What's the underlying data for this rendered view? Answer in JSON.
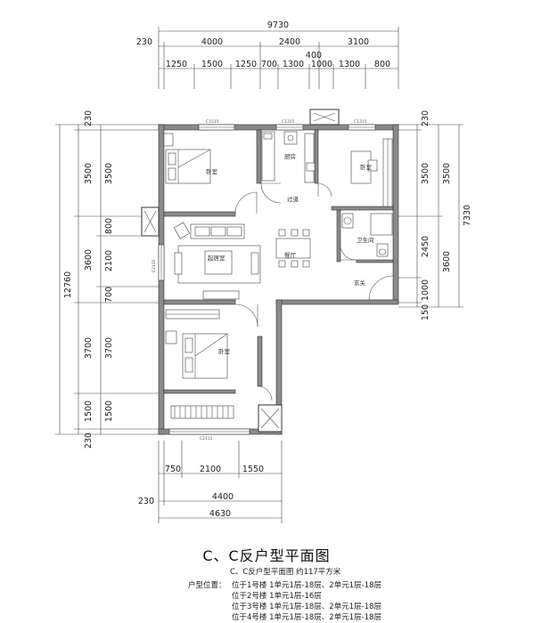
{
  "top_dims": {
    "overall": "9730",
    "row2": [
      "230",
      "4000",
      "2400",
      "3100"
    ],
    "mid": "400",
    "row3": [
      "1250",
      "1500",
      "1250",
      "700",
      "1300",
      "1000",
      "1300",
      "800"
    ]
  },
  "left_dims": {
    "overall": "12760",
    "col1": [
      "230",
      "3500",
      "3600",
      "3700",
      "1500",
      "230"
    ],
    "col2": [
      "3500",
      "800",
      "2100",
      "700",
      "3700",
      "1500"
    ]
  },
  "right_dims": {
    "col1": [
      "230",
      "3500",
      "2450",
      "1000",
      "150"
    ],
    "col2": [
      "3500",
      "3600"
    ],
    "overall": "7330"
  },
  "bottom_dims": {
    "row1": [
      "750",
      "2100",
      "1550"
    ],
    "row2": [
      "230",
      "4400"
    ],
    "row3": "4630"
  },
  "rooms": {
    "bedroom_top": "卧室",
    "bedroom_right": "卧室",
    "kitchen": "厨房",
    "corridor": "过道",
    "living": "起居室",
    "dining": "餐厅",
    "bathroom": "卫生间",
    "entry": "玄关",
    "bedroom_bottom": "卧室"
  },
  "window_tags": {
    "w1": "C1515",
    "w2": "C1315",
    "w3": "C1315",
    "w4": "C2115",
    "w5": "C2115"
  },
  "caption": {
    "title": "C、C反户型平面图",
    "subtitle": "C、C反户型平面图  约117平方米",
    "location_label": "户型位置：",
    "locations": [
      "位于1号楼  1单元1层-18层、2单元1层-18层",
      "位于2号楼  1单元1层-16层",
      "位于3号楼  1单元1层-18层、2单元1层-18层",
      "位于4号楼  1单元1层-18层、2单元1层-18层"
    ]
  }
}
